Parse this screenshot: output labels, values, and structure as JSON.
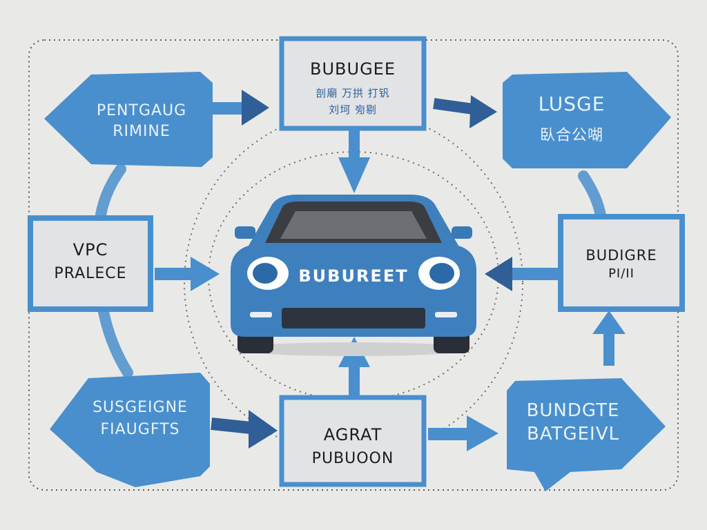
{
  "nodes": {
    "top_center": {
      "line1": "BUBUGEE",
      "line2": "剖廟 万拱 打钒",
      "line3": "刘坷 㫄剔"
    },
    "top_left": {
      "line1": "PENTGAUG",
      "line2": "RIMINE"
    },
    "top_right": {
      "line1": "LUSGE",
      "line2": "臥合公㗅"
    },
    "mid_left": {
      "line1": "VPC",
      "line2": "PRALECE"
    },
    "mid_right": {
      "line1": "BUDIGRE",
      "line2": "PI/II"
    },
    "bottom_left": {
      "line1": "SUSGEIGNE",
      "line2": "FIAUGFTS"
    },
    "bottom_center": {
      "line1": "AGRAT",
      "line2": "PUBUOON"
    },
    "bottom_right": {
      "line1": "BUNDGTE",
      "line2": "BATGEIVL"
    }
  },
  "center": {
    "label": "BUBUREET"
  },
  "colors": {
    "accent": "#4a8fcd",
    "accent_dark": "#2f68a8",
    "car_body": "#3e7fbd",
    "box_fill": "#dedfe0",
    "background": "#e9e9e7"
  }
}
